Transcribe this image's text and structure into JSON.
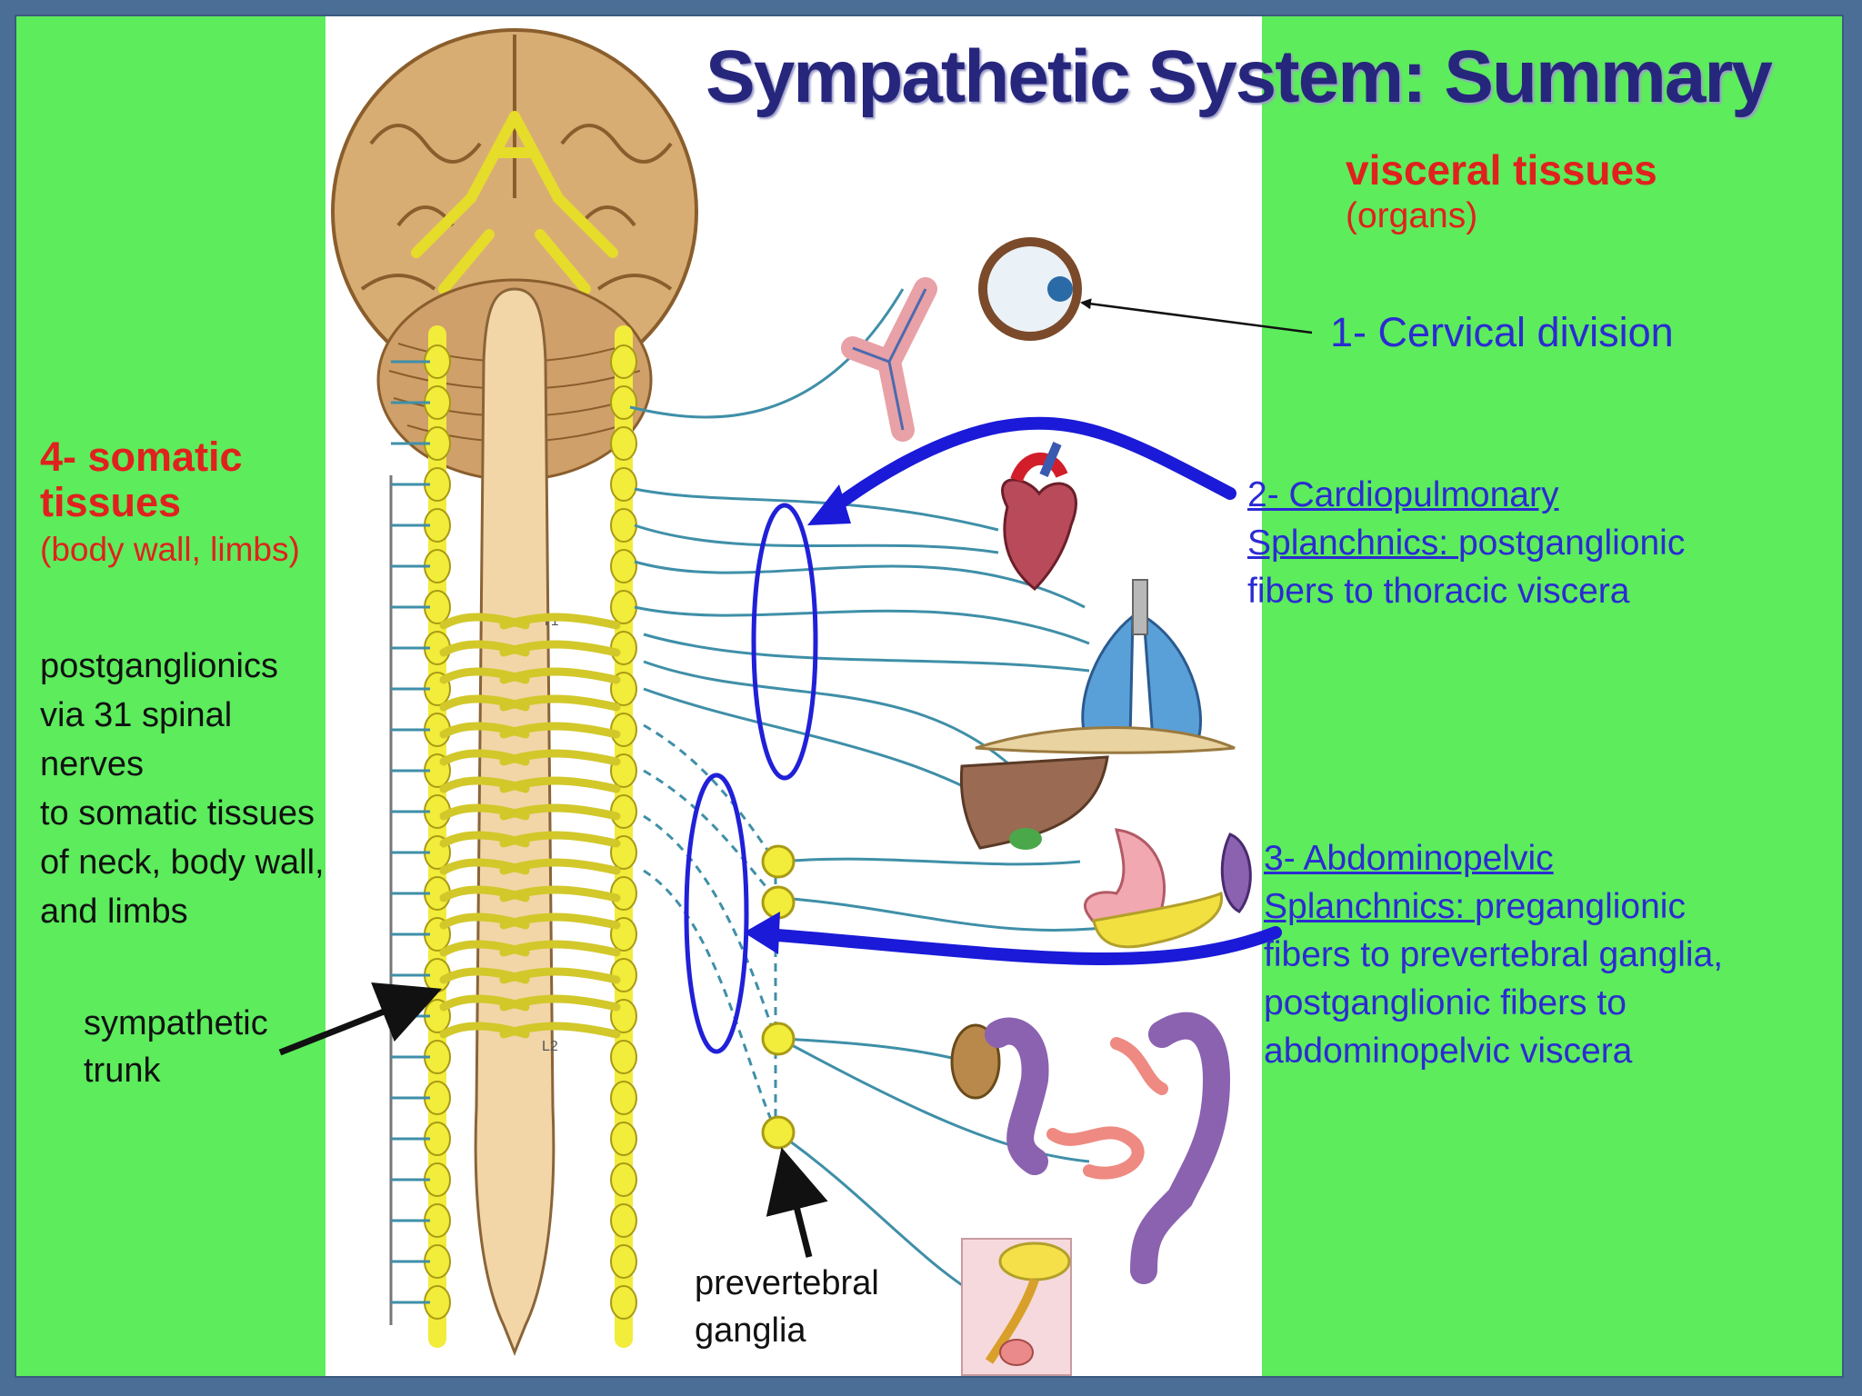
{
  "title": "Sympathetic System: Summary",
  "visceral": {
    "heading": "visceral tissues",
    "sub": "(organs)"
  },
  "cervical": "1- Cervical division",
  "cardio": {
    "line1": "2- Cardiopulmonary",
    "line2_underlined": "Splanchnics: ",
    "line2_rest": "postganglionic",
    "line3": "fibers to thoracic viscera"
  },
  "abdo": {
    "line1": "3- Abdominopelvic",
    "line2_underlined": "Splanchnics: ",
    "line2_rest": "preganglionic",
    "line3": "fibers to prevertebral ganglia,",
    "line4": "postganglionic fibers to",
    "line5": "abdominopelvic viscera"
  },
  "somatic": {
    "heading": "4- somatic tissues",
    "sub": "(body wall, limbs)"
  },
  "postganglionics": [
    "postganglionics",
    "via 31 spinal",
    "nerves",
    "to somatic tissues",
    "of neck, body wall,",
    "and limbs"
  ],
  "trunk_label": [
    "sympathetic",
    "trunk"
  ],
  "prevertebral_label": [
    "prevertebral",
    "ganglia"
  ],
  "spine_marks": {
    "upper": "T1",
    "lower": "L2"
  },
  "colors": {
    "background_green": "#5cec5c",
    "panel_white": "#ffffff",
    "frame_blue": "#4a6e96",
    "title_navy": "#26267c",
    "label_red": "#e0211d",
    "label_blue": "#2b2bd2",
    "ganglion_yellow": "#f2ec3a",
    "nerve_teal": "#3f8fa8"
  }
}
